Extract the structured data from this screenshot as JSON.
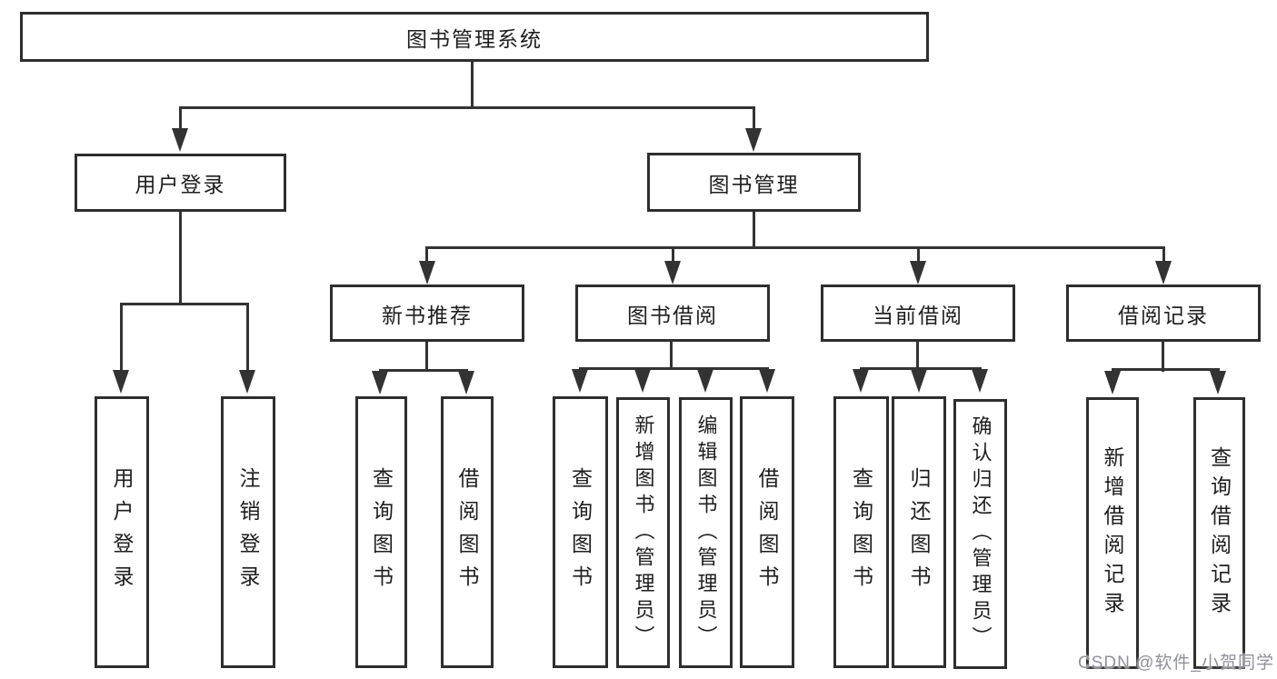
{
  "diagram": {
    "root": {
      "label": "图书管理系统"
    },
    "level2": [
      {
        "label": "用户登录"
      },
      {
        "label": "图书管理"
      }
    ],
    "level3": [
      {
        "label": "新书推荐"
      },
      {
        "label": "图书借阅"
      },
      {
        "label": "当前借阅"
      },
      {
        "label": "借阅记录"
      }
    ],
    "leaves": {
      "user_login": [
        "用户登录",
        "注销登录"
      ],
      "new_books": [
        "查询图书",
        "借阅图书"
      ],
      "book_borrow": [
        "查询图书",
        "新增图书（管理员）",
        "编辑图书（管理员）",
        "借阅图书"
      ],
      "current_borrow": [
        "查询图书",
        "归还图书",
        "确认归还（管理员）"
      ],
      "borrow_records": [
        "新增借阅记录",
        "查询借阅记录"
      ]
    },
    "watermark": "CSDN @软件_小贺同学",
    "colors": {
      "line": "#333333",
      "border": "#2e2e2e",
      "text": "#1e1e1e",
      "watermark": "#90909a",
      "background": "#ffffff"
    }
  }
}
